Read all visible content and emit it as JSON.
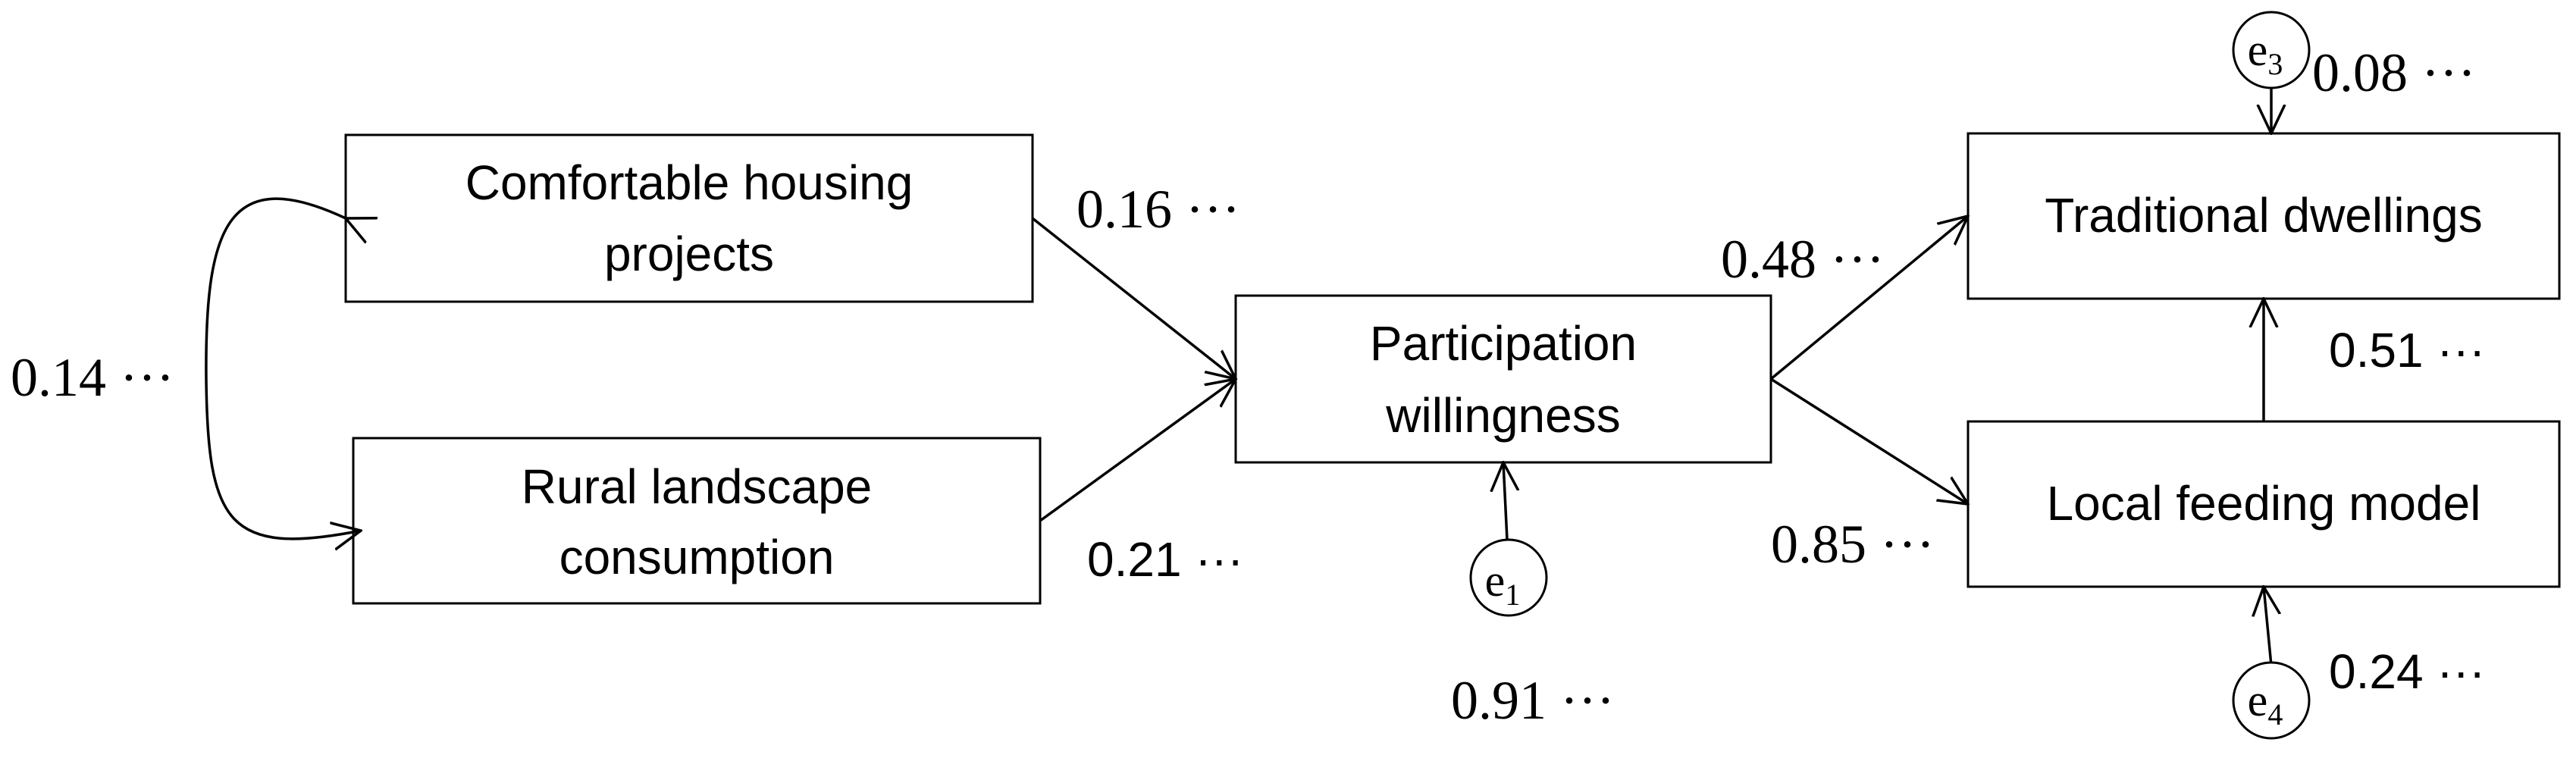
{
  "nodes": {
    "comfortable_housing": {
      "lines": [
        "Comfortable housing",
        "projects"
      ]
    },
    "rural_landscape": {
      "lines": [
        "Rural landscape",
        "consumption"
      ]
    },
    "participation": {
      "lines": [
        "Participation",
        "willingness"
      ]
    },
    "traditional_dwellings": {
      "lines": [
        "Traditional dwellings"
      ]
    },
    "local_feeding": {
      "lines": [
        "Local feeding model"
      ]
    }
  },
  "errors": {
    "e1": {
      "base": "e",
      "sub": "1"
    },
    "e3": {
      "base": "e",
      "sub": "3"
    },
    "e4": {
      "base": "e",
      "sub": "4"
    }
  },
  "coefficients": {
    "correlation": "0.14 ···",
    "housing_to_participation": "0.16 ···",
    "landscape_to_participation": "0.21 ···",
    "participation_to_traditional": "0.48 ···",
    "participation_to_feeding": "0.85 ···",
    "feeding_to_traditional": "0.51 ···",
    "e1_value": "0.91 ···",
    "e3_value": "0.08 ···",
    "e4_value": "0.24 ···"
  }
}
